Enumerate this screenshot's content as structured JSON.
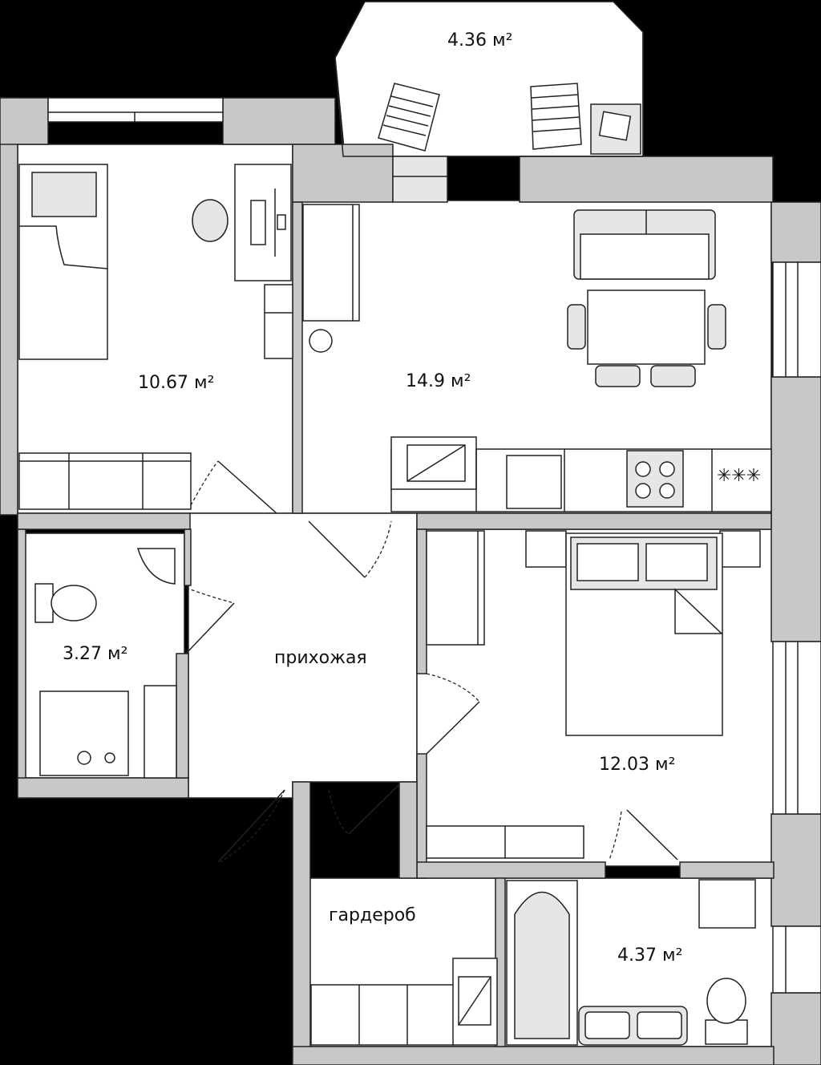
{
  "rooms": {
    "balcony": {
      "area": "4.36 м²"
    },
    "bedroom_left": {
      "area": "10.67 м²"
    },
    "living_kitchen": {
      "area": "14.9 м²"
    },
    "bathroom_left": {
      "area": "3.27 м²"
    },
    "hallway": {
      "name": "прихожая"
    },
    "bedroom_right": {
      "area": "12.03 м²"
    },
    "wardrobe": {
      "name": "гардероб"
    },
    "bathroom_right": {
      "area": "4.37 м²"
    }
  },
  "icons": {
    "stove_symbol": "✳✳✳"
  },
  "colors": {
    "background": "#000000",
    "floor": "#ffffff",
    "wall": "#c8c8c8",
    "line": "#222222"
  }
}
